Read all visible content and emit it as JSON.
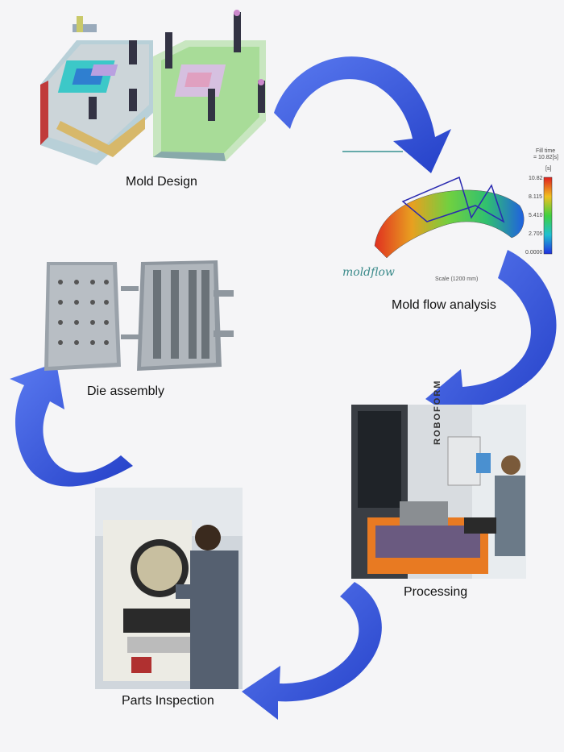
{
  "steps": [
    {
      "label": "Mold Design"
    },
    {
      "label": "Mold flow analysis"
    },
    {
      "label": "Processing"
    },
    {
      "label": "Parts Inspection"
    },
    {
      "label": "Die assembly"
    }
  ],
  "moldflow": {
    "brand": "moldflow",
    "legend_values": [
      "10.82",
      "8.115",
      "5.410",
      "2.705",
      "0.0000"
    ],
    "legend_unit": "[s]",
    "legend_title": "Fill time",
    "legend_value": "= 10.82[s]",
    "scale_text": "Scale (1200 mm)"
  },
  "machine_brand": "ROBOFORM",
  "colors": {
    "arrow": "#3a5ae6",
    "arrow_dark": "#2440c8"
  }
}
